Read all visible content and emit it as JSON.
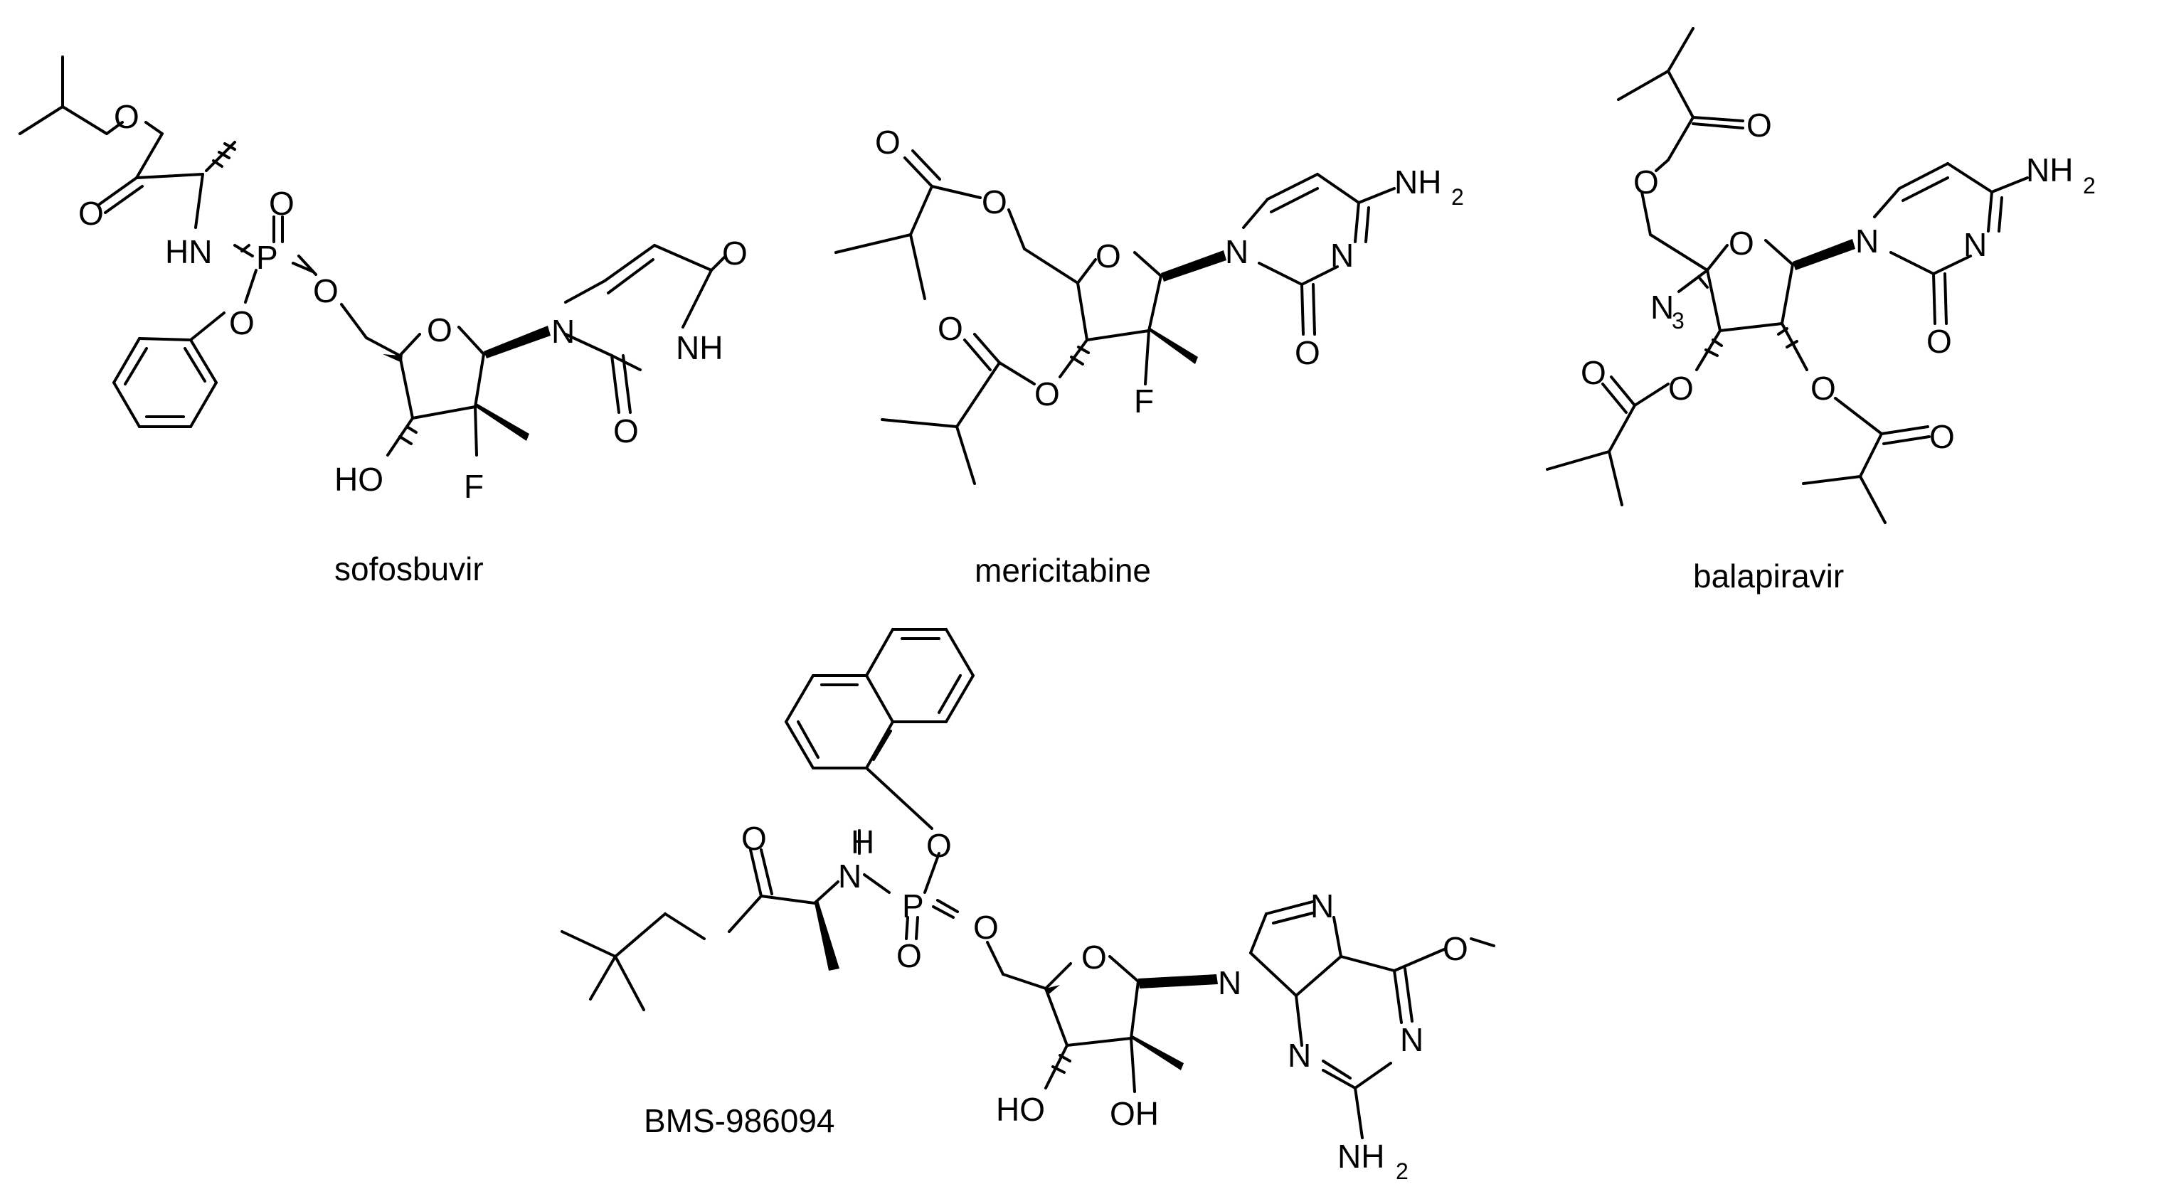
{
  "figure": {
    "compounds": [
      {
        "name": "sofosbuvir",
        "atoms": [
          "O",
          "O",
          "O",
          "HN",
          "P",
          "O",
          "O",
          "O",
          "N",
          "O",
          "NH",
          "O",
          "HO",
          "F"
        ]
      },
      {
        "name": "mericitabine",
        "atoms": [
          "O",
          "O",
          "O",
          "O",
          "O",
          "N",
          "NH",
          "N",
          "O",
          "F"
        ],
        "subscripts": [
          "2"
        ]
      },
      {
        "name": "balapiravir",
        "atoms": [
          "O",
          "O",
          "O",
          "N",
          "NH",
          "N",
          "O",
          "N",
          "O",
          "O",
          "O",
          "O"
        ],
        "subscripts": [
          "3",
          "2"
        ]
      },
      {
        "name": "BMS-986094",
        "atoms": [
          "O",
          "O",
          "H",
          "N",
          "P",
          "O",
          "O",
          "O",
          "N",
          "N",
          "O",
          "N",
          "N",
          "NH",
          "HO",
          "OH"
        ],
        "subscripts": [
          "2"
        ]
      }
    ]
  }
}
